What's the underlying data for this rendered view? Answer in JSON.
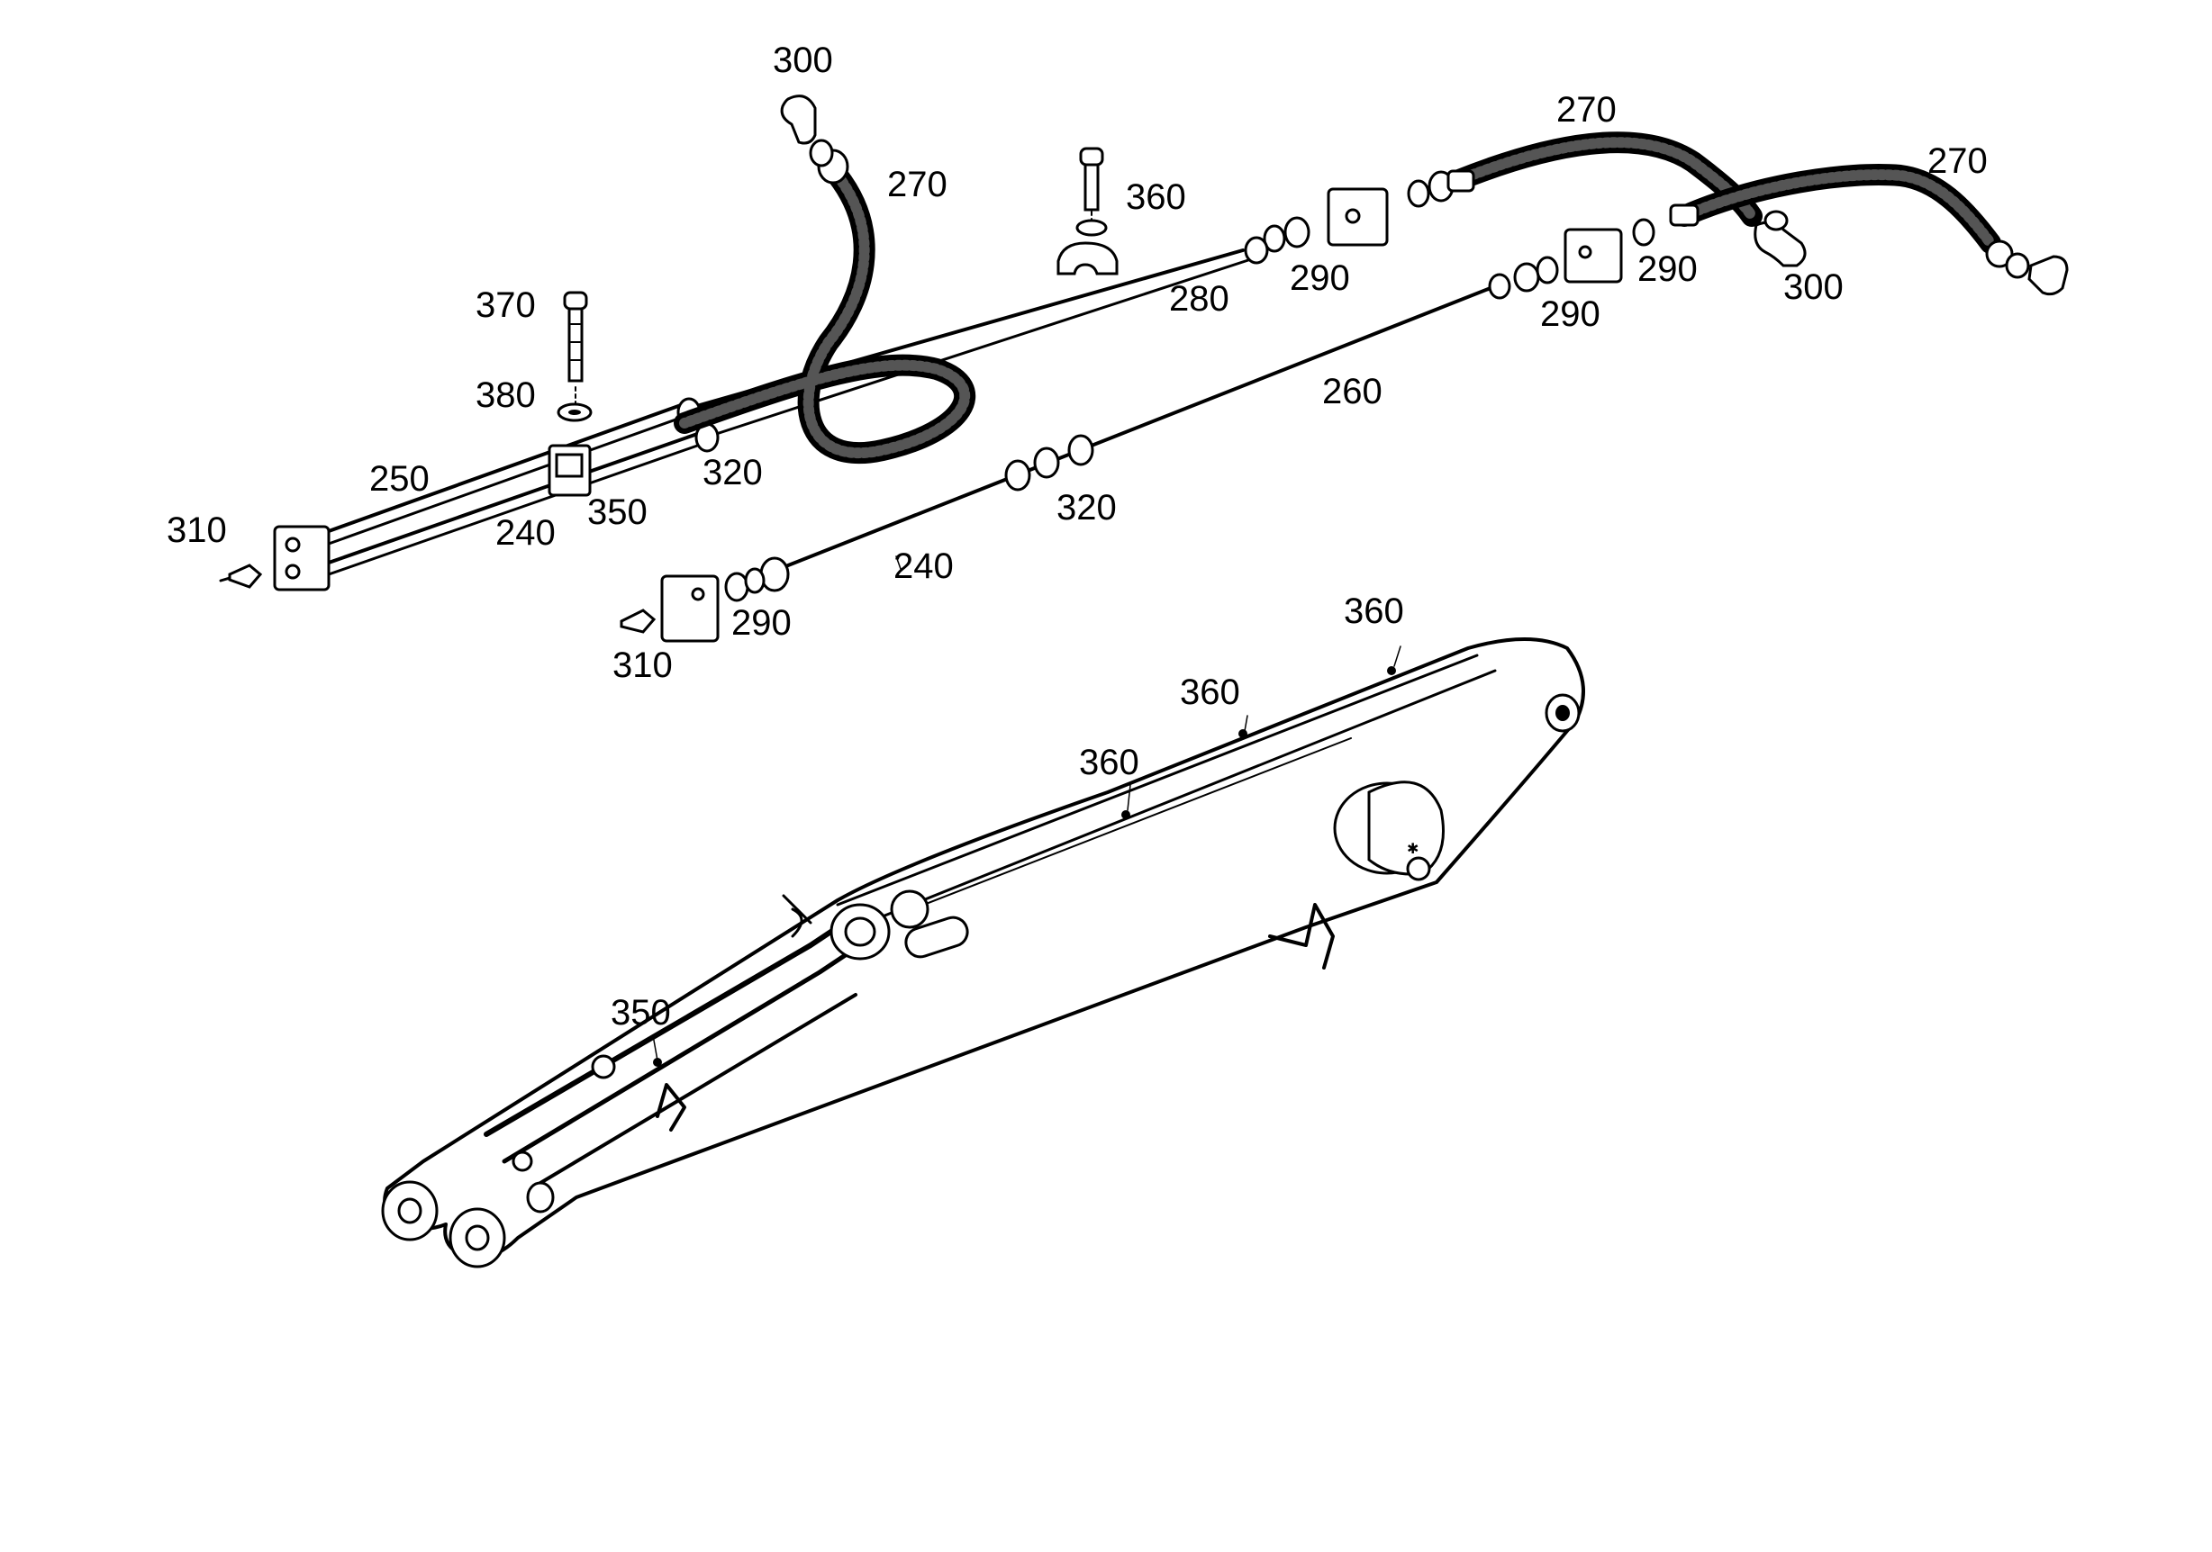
{
  "callouts": [
    {
      "id": "c300a",
      "text": "300"
    },
    {
      "id": "c270a",
      "text": "270"
    },
    {
      "id": "c270b",
      "text": "270"
    },
    {
      "id": "c270c",
      "text": "270"
    },
    {
      "id": "c360a",
      "text": "360"
    },
    {
      "id": "c370",
      "text": "370"
    },
    {
      "id": "c380",
      "text": "380"
    },
    {
      "id": "c280",
      "text": "280"
    },
    {
      "id": "c290a",
      "text": "290"
    },
    {
      "id": "c290b",
      "text": "290"
    },
    {
      "id": "c290c",
      "text": "290"
    },
    {
      "id": "c290d",
      "text": "290"
    },
    {
      "id": "c300b",
      "text": "300"
    },
    {
      "id": "c250",
      "text": "250"
    },
    {
      "id": "c320a",
      "text": "320"
    },
    {
      "id": "c260",
      "text": "260"
    },
    {
      "id": "c310a",
      "text": "310"
    },
    {
      "id": "c240a",
      "text": "240"
    },
    {
      "id": "c350a",
      "text": "350"
    },
    {
      "id": "c320b",
      "text": "320"
    },
    {
      "id": "c240b",
      "text": "240"
    },
    {
      "id": "c310b",
      "text": "310"
    },
    {
      "id": "c360b",
      "text": "360"
    },
    {
      "id": "c360c",
      "text": "360"
    },
    {
      "id": "c360d",
      "text": "360"
    },
    {
      "id": "c350b",
      "text": "350"
    }
  ]
}
